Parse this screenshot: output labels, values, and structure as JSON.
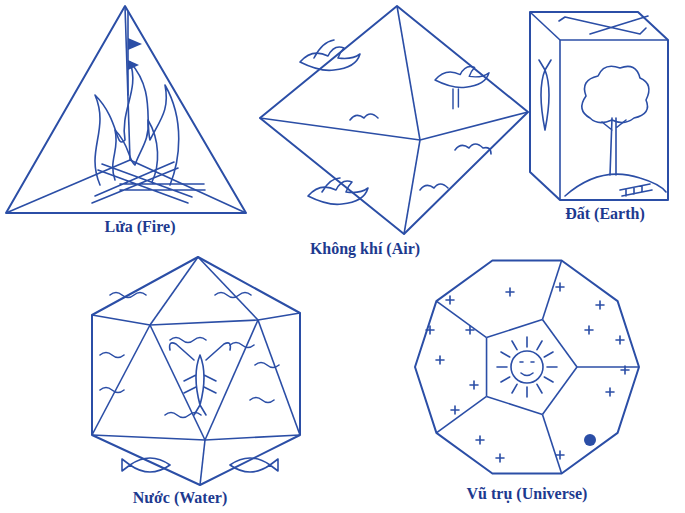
{
  "diagram": {
    "nodes": [
      {
        "text": [
          "Lửa (Fire)"
        ]
      },
      {
        "text": [
          "Không khí (Air)"
        ]
      },
      {
        "text": [
          "Đất (Earth)"
        ]
      },
      {
        "text": [
          "Nước (Water)"
        ]
      },
      {
        "text": [
          "Vũ trụ (Universe)"
        ]
      }
    ]
  }
}
